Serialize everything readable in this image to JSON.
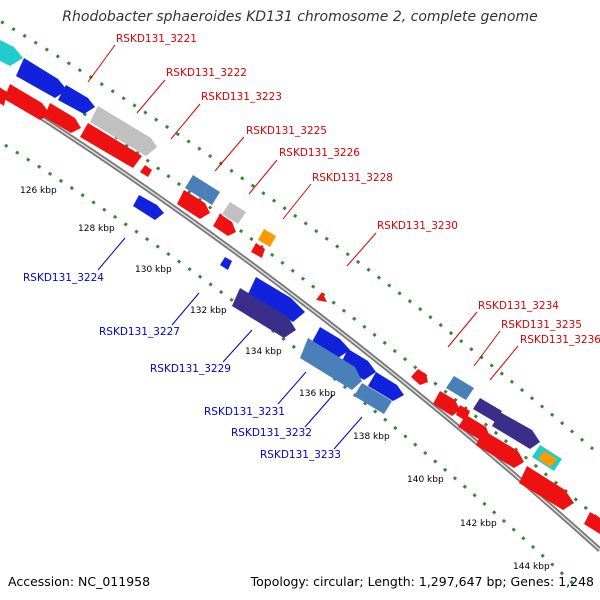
{
  "title": "Rhodobacter sphaeroides KD131 chromosome 2, complete genome",
  "footer": {
    "accession": "Accession: NC_011958",
    "stats": "Topology: circular; Length: 1,297,647 bp; Genes: 1,248"
  },
  "colors": {
    "strand_plus": "#0000ee",
    "strand_minus": "#ee0000",
    "label_plus": "#0000cc",
    "label_minus": "#dd0000",
    "backbone": "#9a9a9a",
    "tick": "#338833",
    "gene_red": "#ee1111",
    "gene_blue": "#1122dd",
    "gene_steel": "#4a80b8",
    "gene_silver": "#c0c0c0",
    "gene_navy": "#3a2e8a",
    "gene_orange": "#ff9900",
    "gene_cyan": "#22cccc"
  },
  "scale_ticks": [
    "126 kbp",
    "128 kbp",
    "130 kbp",
    "132 kbp",
    "134 kbp",
    "136 kbp",
    "138 kbp",
    "140 kbp",
    "142 kbp",
    "144 kbp"
  ],
  "gene_labels_top": [
    "RSKD131_3221",
    "RSKD131_3222",
    "RSKD131_3223",
    "RSKD131_3225",
    "RSKD131_3226",
    "RSKD131_3228",
    "RSKD131_3230",
    "RSKD131_3234",
    "RSKD131_3235",
    "RSKD131_3236"
  ],
  "gene_labels_bottom": [
    "RSKD131_3224",
    "RSKD131_3227",
    "RSKD131_3229",
    "RSKD131_3231",
    "RSKD131_3232",
    "RSKD131_3233"
  ]
}
